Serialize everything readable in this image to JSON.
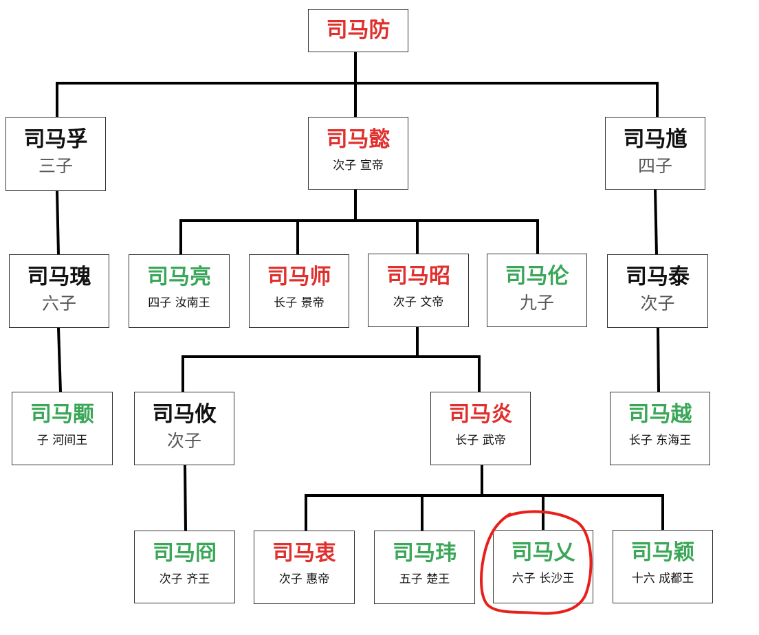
{
  "colors": {
    "emperor": "#e0302e",
    "prince": "#3aa657",
    "plain": "#111111",
    "line": "#000000",
    "circle": "#e8201c"
  },
  "nodes": {
    "fang": {
      "name": "司马防",
      "sub": "",
      "role": "emperor"
    },
    "fu": {
      "name": "司马孚",
      "sub": "三子",
      "role": "plain"
    },
    "yi": {
      "name": "司马懿",
      "sub": "次子  宣帝",
      "role": "emperor"
    },
    "kui": {
      "name": "司马馗",
      "sub": "四子",
      "role": "plain"
    },
    "gui": {
      "name": "司马瑰",
      "sub": "六子",
      "role": "plain"
    },
    "liang": {
      "name": "司马亮",
      "sub": "四子  汝南王",
      "role": "prince"
    },
    "shi": {
      "name": "司马师",
      "sub": "长子  景帝",
      "role": "emperor"
    },
    "zhao": {
      "name": "司马昭",
      "sub": "次子  文帝",
      "role": "emperor"
    },
    "lun": {
      "name": "司马伦",
      "sub": "九子",
      "role": "prince"
    },
    "tai": {
      "name": "司马泰",
      "sub": "次子",
      "role": "plain"
    },
    "yong": {
      "name": "司马颙",
      "sub": "子  河间王",
      "role": "prince"
    },
    "you": {
      "name": "司马攸",
      "sub": "次子",
      "role": "plain"
    },
    "yan": {
      "name": "司马炎",
      "sub": "长子  武帝",
      "role": "emperor"
    },
    "yue": {
      "name": "司马越",
      "sub": "长子  东海王",
      "role": "prince"
    },
    "jiong": {
      "name": "司马冏",
      "sub": "次子  齐王",
      "role": "prince"
    },
    "zhong": {
      "name": "司马衷",
      "sub": "次子  惠帝",
      "role": "emperor"
    },
    "wei": {
      "name": "司马玮",
      "sub": "五子  楚王",
      "role": "prince"
    },
    "ai": {
      "name": "司马乂",
      "sub": "六子  长沙王",
      "role": "prince"
    },
    "ying": {
      "name": "司马颖",
      "sub": "十六  成都王",
      "role": "prince"
    }
  }
}
